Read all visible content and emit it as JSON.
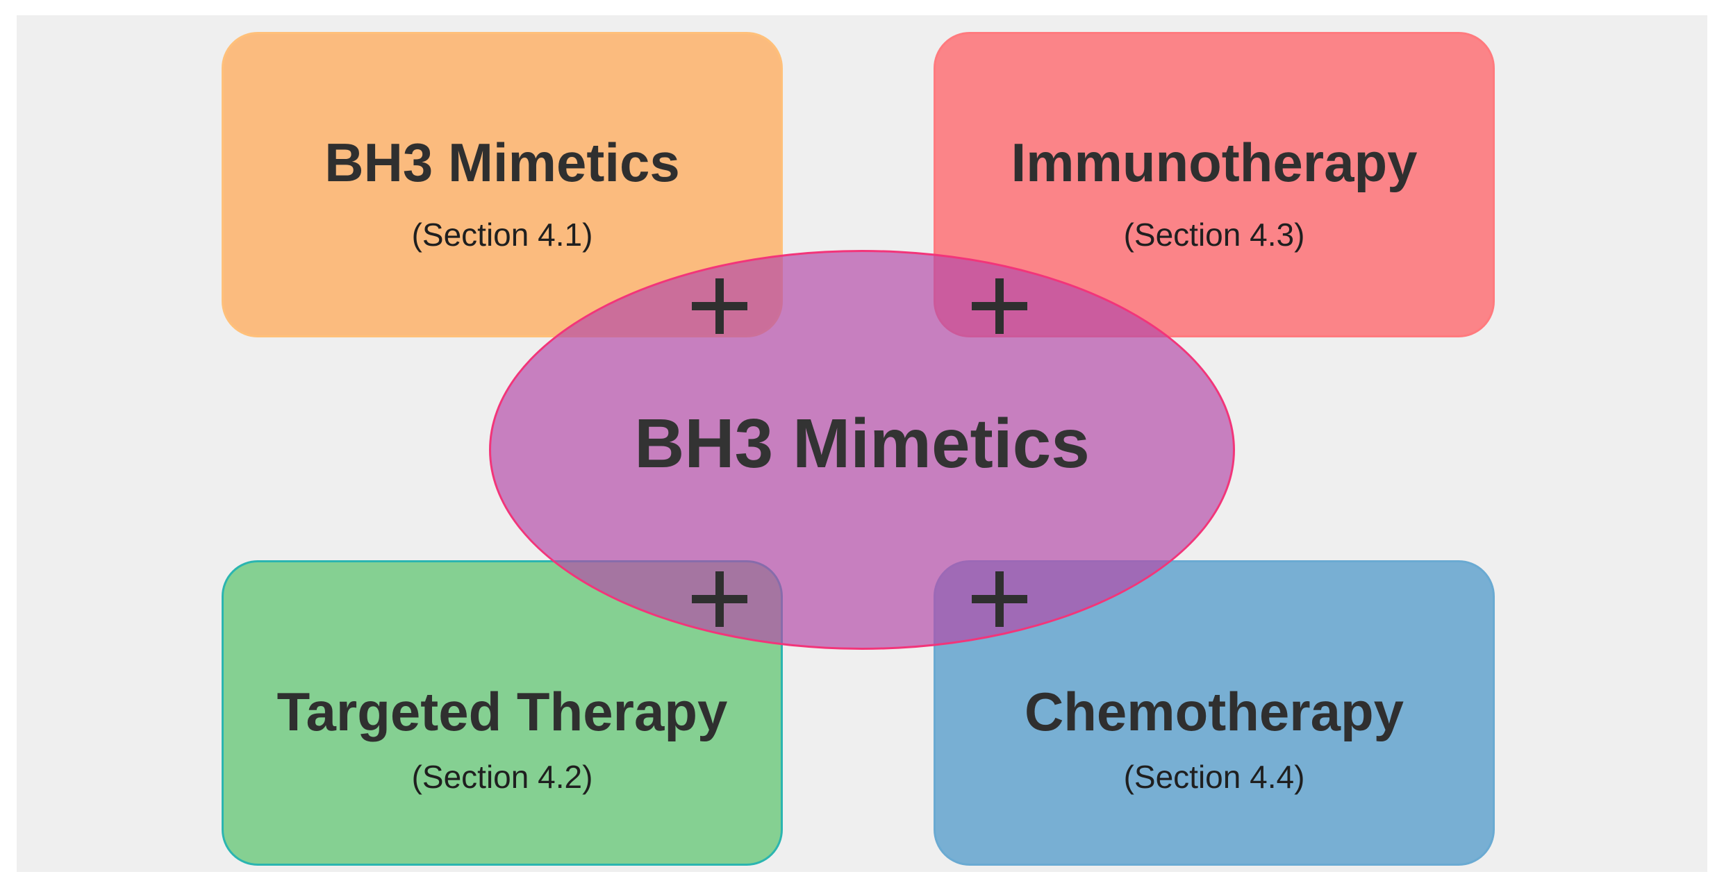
{
  "diagram": {
    "boxes": [
      {
        "id": "tl",
        "title": "BH3 Mimetics",
        "subtitle": "(Section 4.1)",
        "fill": "#ffa652",
        "border": "#ffc07a"
      },
      {
        "id": "tr",
        "title": "Immunotherapy",
        "subtitle": "(Section 4.3)",
        "fill": "#ff5a5f",
        "border": "#ff7a7e"
      },
      {
        "id": "bl",
        "title": "Targeted Therapy",
        "subtitle": "(Section 4.2)",
        "fill": "#5cc46e",
        "border": "#2bb5b0"
      },
      {
        "id": "br",
        "title": "Chemotherapy",
        "subtitle": "(Section 4.4)",
        "fill": "#4a95c7",
        "border": "#6aaad2"
      }
    ],
    "center": {
      "title": "BH3 Mimetics",
      "fill": "#b44aa8",
      "border": "#f2357a"
    },
    "connector_symbol": "+",
    "background": "#efefef"
  }
}
